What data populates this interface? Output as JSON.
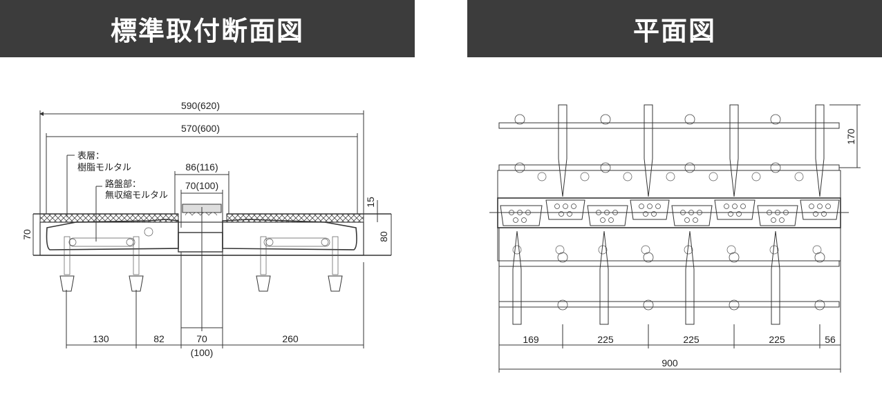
{
  "headers": {
    "left_title": "標準取付断面図",
    "right_title": "平面図"
  },
  "section": {
    "dim_total_outer": "590(620)",
    "dim_total_inner": "570(600)",
    "dim_gap_outer": "86(116)",
    "dim_gap_inner": "70(100)",
    "dim_left_height": "70",
    "dim_right_height": "80",
    "dim_top_layer": "15",
    "label_surface_1": "表層：",
    "label_surface_2": "樹脂モルタル",
    "label_base_1": "路盤部：",
    "label_base_2": "無収縮モルタル",
    "bottom_dims": [
      "130",
      "82",
      "70",
      "260"
    ],
    "bottom_sub": "(100)"
  },
  "plan": {
    "dim_right": "170",
    "bottom_dims": [
      "169",
      "225",
      "225",
      "225",
      "56"
    ],
    "total": "900"
  }
}
